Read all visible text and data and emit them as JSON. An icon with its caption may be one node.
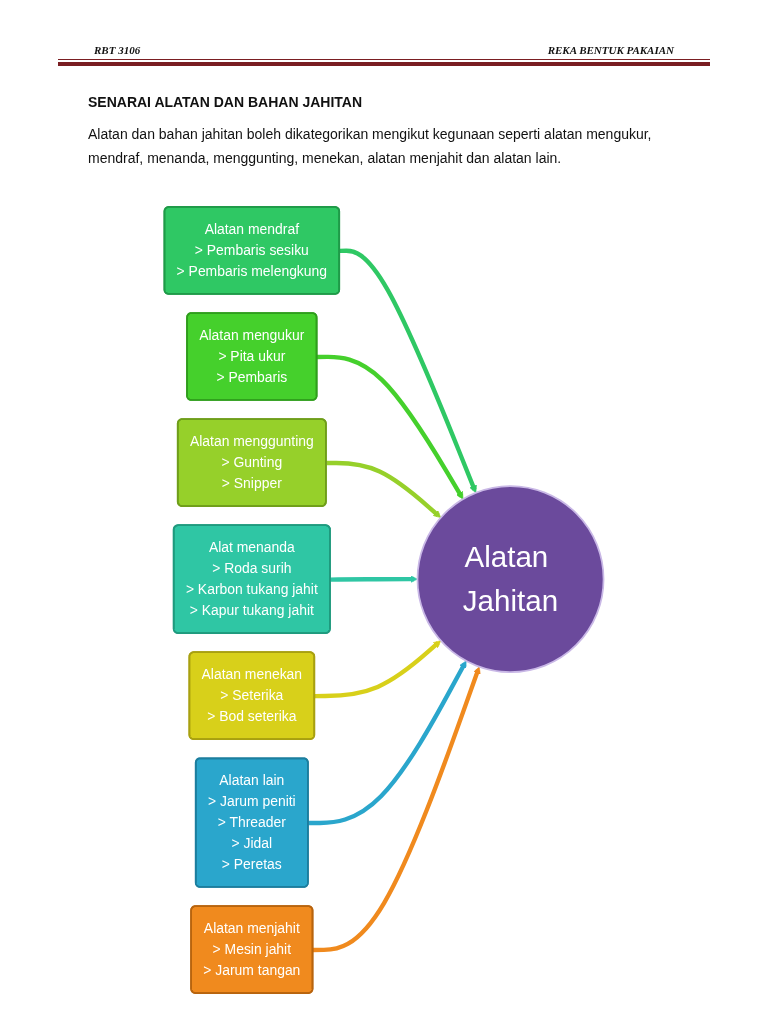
{
  "diagram": {
    "title": "SENARAI ALATAN DAN BAHAN JAHITAN",
    "nodes": [
      {
        "text": [
          "Alatan mendraf",
          "> Pembaris sesiku",
          "> Pembaris melengkung"
        ]
      },
      {
        "text": [
          "Alatan mengukur",
          "> Pita ukur",
          "> Pembaris"
        ]
      },
      {
        "text": [
          "Alatan menggunting",
          "> Gunting",
          "> Snipper"
        ]
      },
      {
        "text": [
          "Alat menanda",
          "> Roda surih",
          "> Karbon tukang jahit",
          "> Kapur tukang jahit"
        ]
      },
      {
        "text": [
          "Alatan Jahitan"
        ]
      },
      {
        "text": [
          "Alatan menekan",
          "> Seterika",
          "> Bod seterika"
        ]
      },
      {
        "text": [
          "Alatan lain",
          "> Jarum peniti",
          "> Threader",
          "> Jidal",
          "> Peretas"
        ]
      },
      {
        "text": [
          "Alatan menjahit",
          "> Mesin jahit",
          "> Jarum tangan"
        ]
      }
    ],
    "edges": [
      {
        "from": 0,
        "to": 4,
        "arrow": "to",
        "color": "#2fc864"
      },
      {
        "from": 1,
        "to": 4,
        "arrow": "to",
        "color": "#45d02c"
      },
      {
        "from": 2,
        "to": 4,
        "arrow": "to",
        "color": "#96d02a"
      },
      {
        "from": 3,
        "to": 4,
        "arrow": "to",
        "color": "#2fc6a4"
      },
      {
        "from": 5,
        "to": 4,
        "arrow": "to",
        "color": "#d8d01a"
      },
      {
        "from": 6,
        "to": 4,
        "arrow": "to",
        "color": "#2aa6cc"
      },
      {
        "from": 7,
        "to": 4,
        "arrow": "to",
        "color": "#f08a1e"
      }
    ],
    "labels": [
      "RBT 3106",
      "REKA BENTUK PAKAIAN",
      "Alatan dan bahan jahitan boleh dikategorikan mengikut kegunaan seperti alatan mengukur, mendraf, menanda, menggunting, menekan, alatan menjahit dan alatan lain."
    ]
  }
}
